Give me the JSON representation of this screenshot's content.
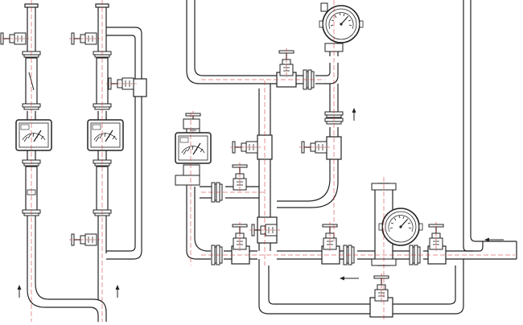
{
  "diagram": {
    "kind": "piping-and-instrumentation-drawing",
    "line_color": "#222222",
    "centerline_color": "#cc2222",
    "background": "#ffffff",
    "components": {
      "flowmeters_tube": 4,
      "flowmeters_square_indicator": 3,
      "round_gauges": 2,
      "globe_valves": 14,
      "flow_arrows": 5
    }
  }
}
